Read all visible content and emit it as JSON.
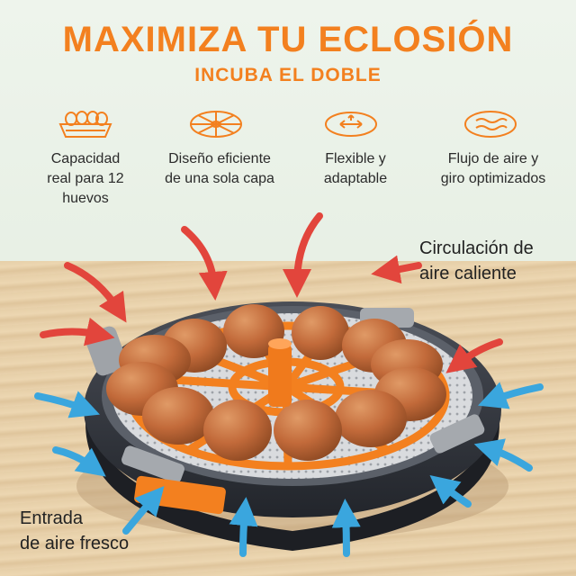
{
  "header": {
    "title": "MAXIMIZA TU ECLOSIÓN",
    "subtitle": "INCUBA EL DOBLE"
  },
  "features": [
    {
      "icon": "egg-tray-icon",
      "lines": [
        "Capacidad",
        "real para 12",
        "huevos"
      ]
    },
    {
      "icon": "single-layer-tray-icon",
      "lines": [
        "Diseño eficiente",
        "de una sola capa"
      ]
    },
    {
      "icon": "flexible-tray-icon",
      "lines": [
        "Flexible y",
        "adaptable"
      ]
    },
    {
      "icon": "airflow-icon",
      "lines": [
        "Flujo de aire y",
        "giro optimizados"
      ]
    }
  ],
  "callouts": {
    "hot_air": [
      "Circulación de",
      "aire caliente"
    ],
    "fresh_air": [
      "Entrada",
      "de aire fresco"
    ]
  },
  "colors": {
    "accent": "#f3801f",
    "hot_arrow": "#e2453c",
    "cold_arrow": "#3aa6de",
    "egg": "#c26a3a"
  }
}
